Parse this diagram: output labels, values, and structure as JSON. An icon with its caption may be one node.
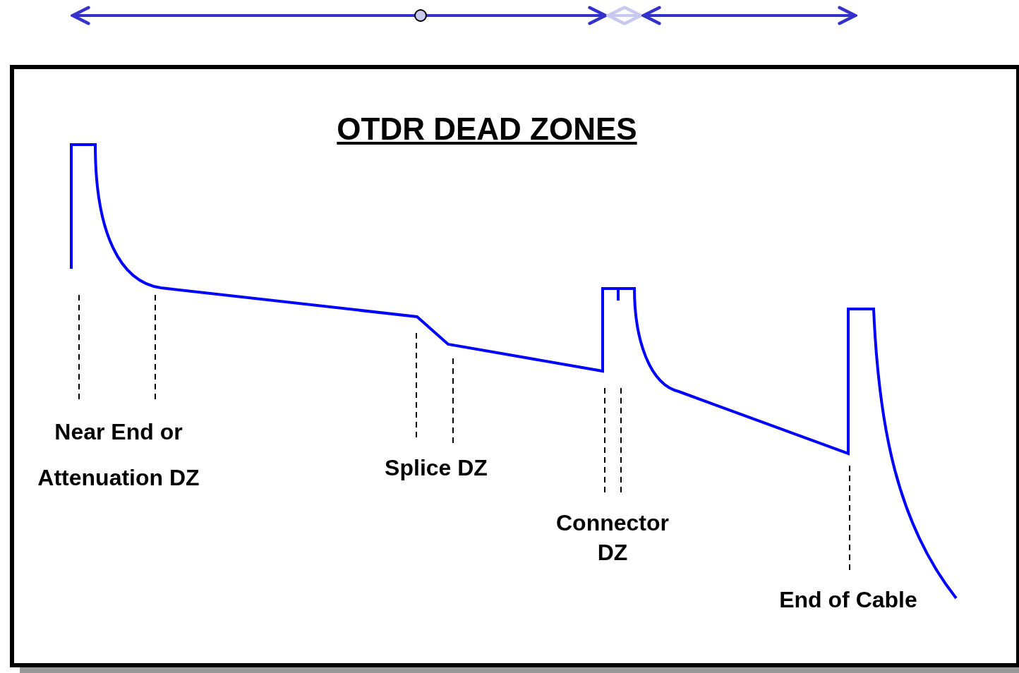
{
  "diagram": {
    "title": "OTDR DEAD ZONES",
    "labels": [
      "Near End or Attenuation DZ",
      "Splice DZ",
      "Connector DZ",
      "End of Cable"
    ]
  }
}
